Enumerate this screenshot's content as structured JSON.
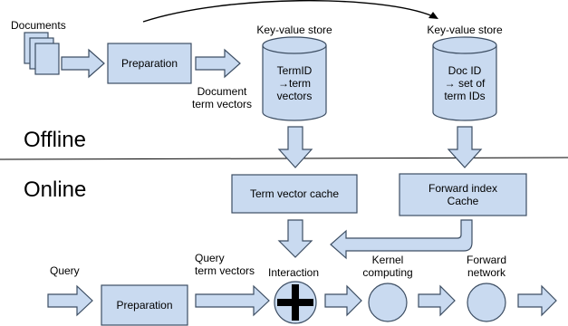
{
  "colors": {
    "fill": "#c9daf0",
    "stroke": "#3d4e63",
    "background": "#ffffff"
  },
  "labels": {
    "documents": "Documents",
    "preparation_top": "Preparation",
    "document_term_vectors": "Document\nterm vectors",
    "kv_store_1": "Key-value store",
    "kv_store_2": "Key-value store",
    "cyl1_text": "TermID\n→term\nvectors",
    "cyl2_text": "Doc ID\n→ set of\nterm IDs",
    "offline": "Offline",
    "online": "Online",
    "term_vector_cache": "Term vector cache",
    "forward_index_cache": "Forward index\nCache",
    "query": "Query",
    "query_term_vectors": "Query\nterm vectors",
    "interaction": "Interaction",
    "kernel_computing": "Kernel\ncomputing",
    "forward_network": "Forward\nnetwork",
    "preparation_bottom": "Preparation"
  }
}
